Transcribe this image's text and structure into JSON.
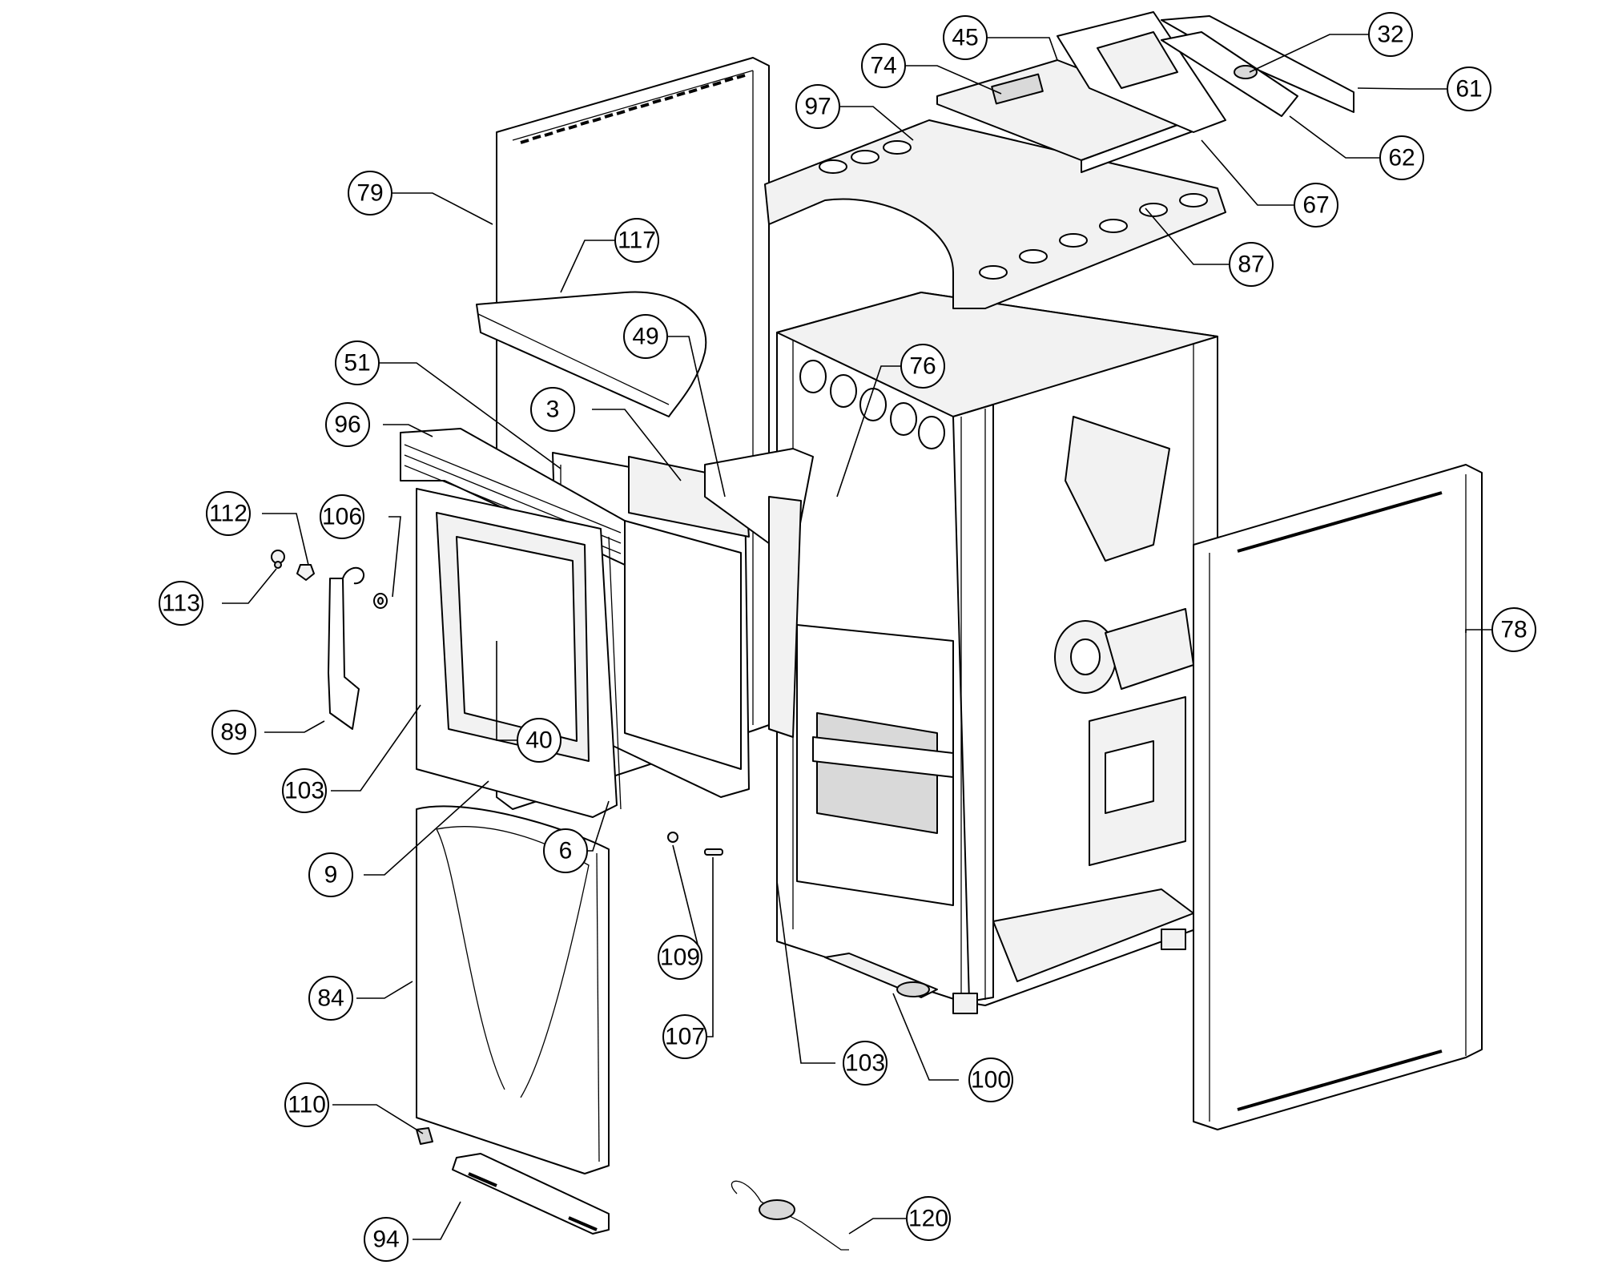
{
  "callouts": [
    {
      "label": "45"
    },
    {
      "label": "32"
    },
    {
      "label": "74"
    },
    {
      "label": "61"
    },
    {
      "label": "97"
    },
    {
      "label": "62"
    },
    {
      "label": "67"
    },
    {
      "label": "79"
    },
    {
      "label": "87"
    },
    {
      "label": "117"
    },
    {
      "label": "49"
    },
    {
      "label": "51"
    },
    {
      "label": "76"
    },
    {
      "label": "3"
    },
    {
      "label": "96"
    },
    {
      "label": "112"
    },
    {
      "label": "106"
    },
    {
      "label": "113"
    },
    {
      "label": "78"
    },
    {
      "label": "89"
    },
    {
      "label": "40"
    },
    {
      "label": "103"
    },
    {
      "label": "6"
    },
    {
      "label": "9"
    },
    {
      "label": "109"
    },
    {
      "label": "84"
    },
    {
      "label": "107"
    },
    {
      "label": "103"
    },
    {
      "label": "100"
    },
    {
      "label": "110"
    },
    {
      "label": "120"
    },
    {
      "label": "94"
    }
  ]
}
